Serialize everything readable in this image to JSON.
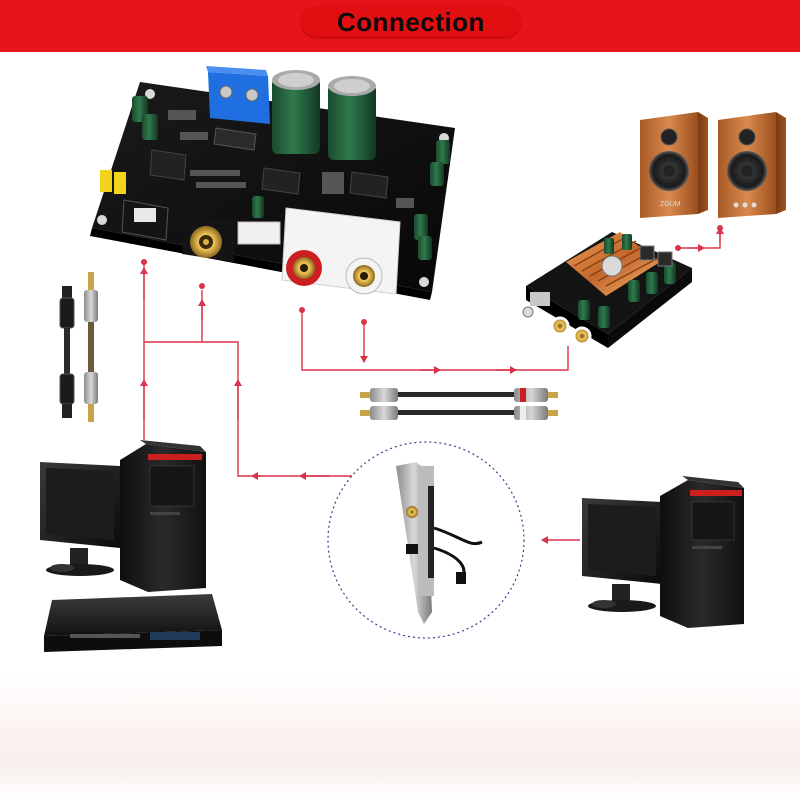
{
  "header": {
    "title": "Connection",
    "bar_color": "#e8141b",
    "text_color": "#0c0c0c"
  },
  "components": {
    "decoder_board": "pcb-decoder-board",
    "speakers": "speaker-pair",
    "amplifier": "amplifier-board",
    "optical_cable": "toslink-cable",
    "coax_cable": "coaxial-cable",
    "rca_cable": "rca-audio-cable",
    "pc_left": "desktop-computer",
    "dvd_player": "dvd-player",
    "spdif_bracket": "spdif-bracket-card",
    "pc_right": "desktop-computer"
  },
  "speaker_brand_mark": "ZGUM",
  "arrow_color": "#d9344a",
  "dotted_circle_color": "#3b3f8f"
}
